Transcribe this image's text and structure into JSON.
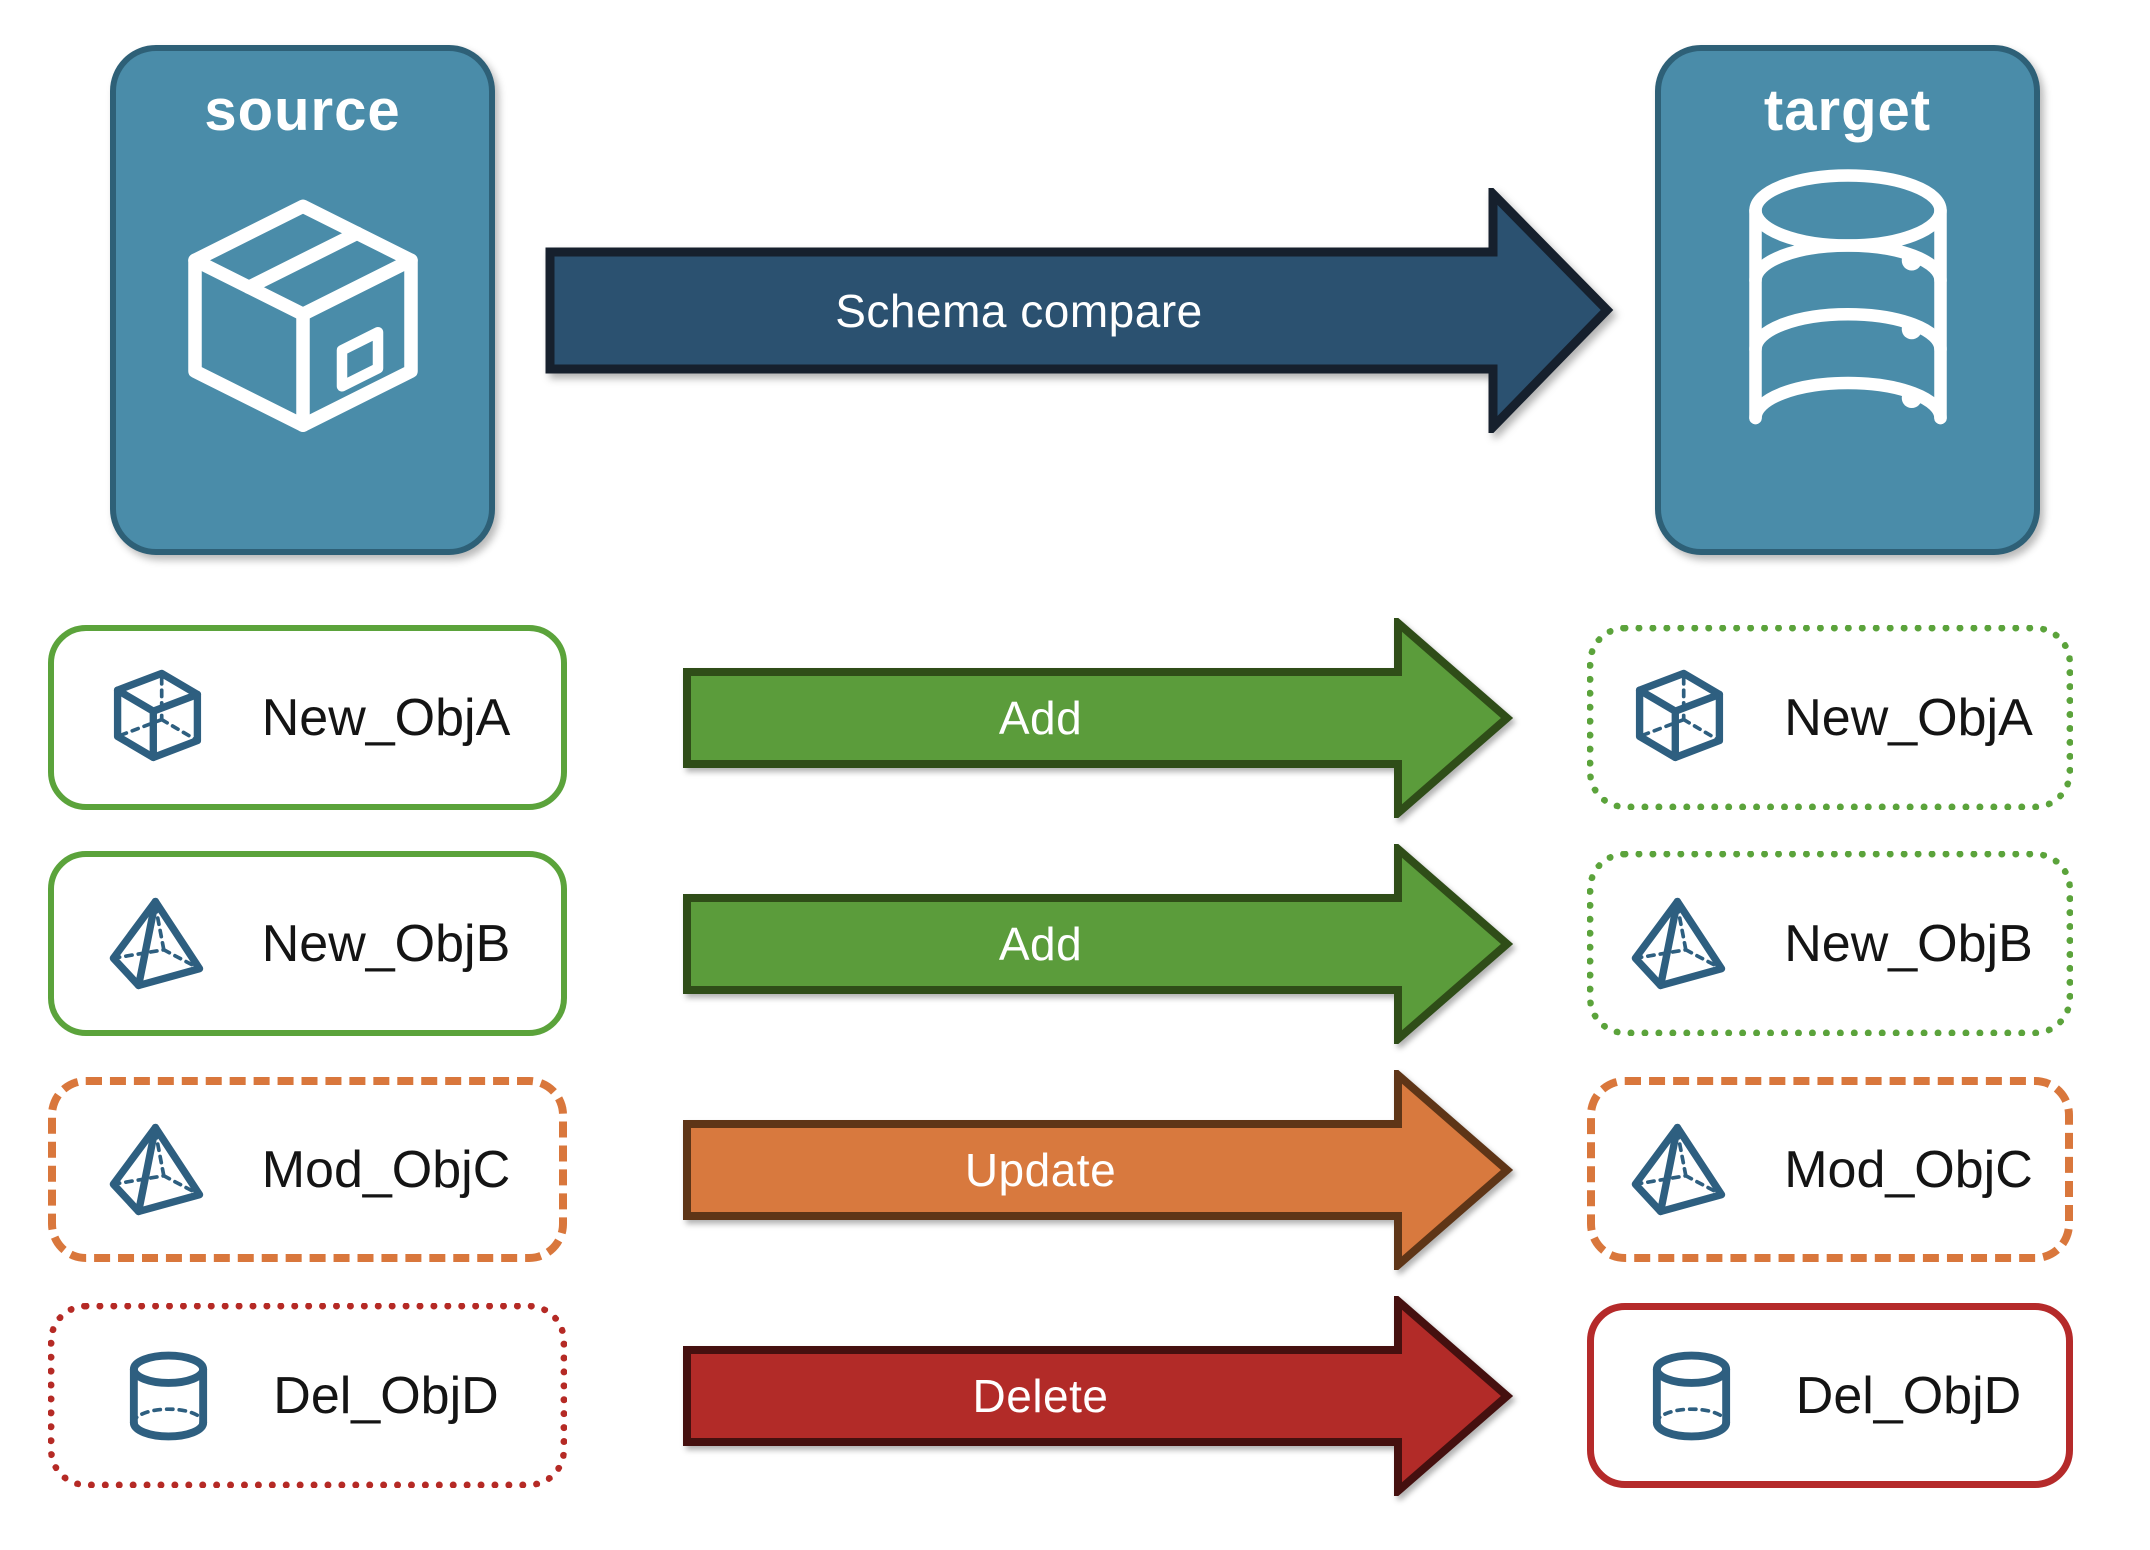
{
  "source": {
    "label": "source",
    "icon": "package-icon"
  },
  "target": {
    "label": "target",
    "icon": "database-icon"
  },
  "compare_arrow": {
    "label": "Schema compare"
  },
  "rows": [
    {
      "name": "New_ObjA",
      "icon": "cube-icon",
      "action": "Add",
      "source_border": "solid-green",
      "target_border": "dotted-green"
    },
    {
      "name": "New_ObjB",
      "icon": "pyramid-icon",
      "action": "Add",
      "source_border": "solid-green",
      "target_border": "dotted-green"
    },
    {
      "name": "Mod_ObjC",
      "icon": "pyramid-icon",
      "action": "Update",
      "source_border": "dashed-orange",
      "target_border": "dashed-orange"
    },
    {
      "name": "Del_ObjD",
      "icon": "cylinder-icon",
      "action": "Delete",
      "source_border": "dotted-red",
      "target_border": "solid-red"
    }
  ],
  "colors": {
    "node_fill": "#4A8CA9",
    "node_border": "#2E6077",
    "compare_arrow_fill": "#2B5170",
    "compare_arrow_border": "#16202D",
    "add_fill": "#5B9C3B",
    "update_fill": "#D8793E",
    "delete_fill": "#B22B28",
    "new_border_green": "#5BA33B",
    "mod_border_orange": "#D9773C",
    "del_border_red": "#B52A25",
    "icon_blue": "#2E5F80"
  }
}
